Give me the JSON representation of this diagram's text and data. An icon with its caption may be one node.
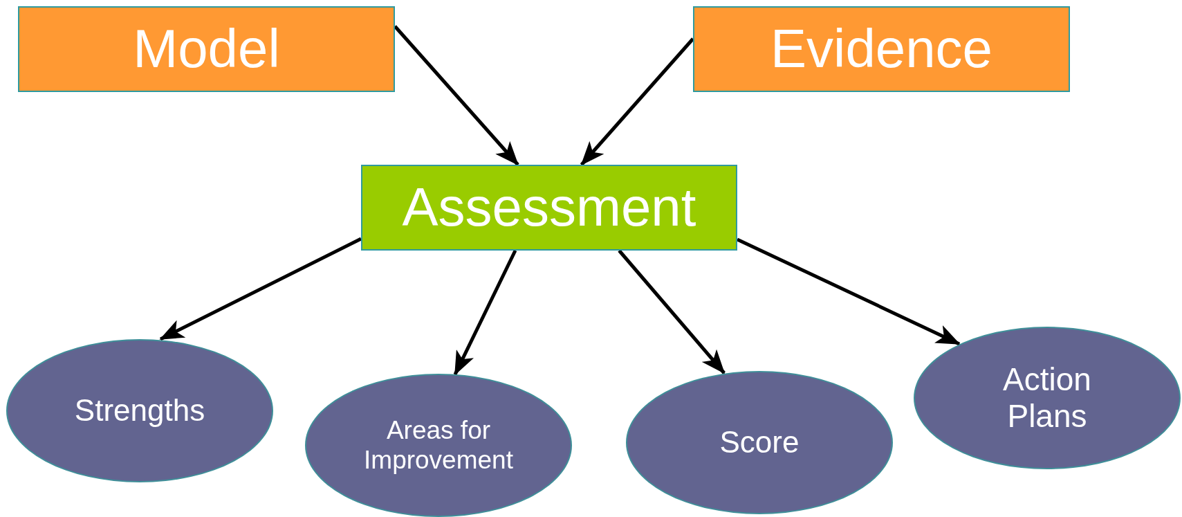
{
  "diagram": {
    "nodes": [
      {
        "text": [
          "Model"
        ]
      },
      {
        "text": [
          "Evidence"
        ]
      },
      {
        "text": [
          "Assessment"
        ]
      },
      {
        "text": [
          "Strengths"
        ]
      },
      {
        "text": [
          "Areas for Improvement"
        ]
      },
      {
        "text": [
          "Score"
        ]
      },
      {
        "text": [
          "Action Plans"
        ]
      }
    ],
    "edges": [
      {
        "from": 0,
        "to": 2,
        "arrow": "to"
      },
      {
        "from": 1,
        "to": 2,
        "arrow": "to"
      },
      {
        "from": 2,
        "to": 3,
        "arrow": "to"
      },
      {
        "from": 2,
        "to": 4,
        "arrow": "to"
      },
      {
        "from": 2,
        "to": 5,
        "arrow": "to"
      },
      {
        "from": 2,
        "to": 6,
        "arrow": "to"
      }
    ]
  }
}
